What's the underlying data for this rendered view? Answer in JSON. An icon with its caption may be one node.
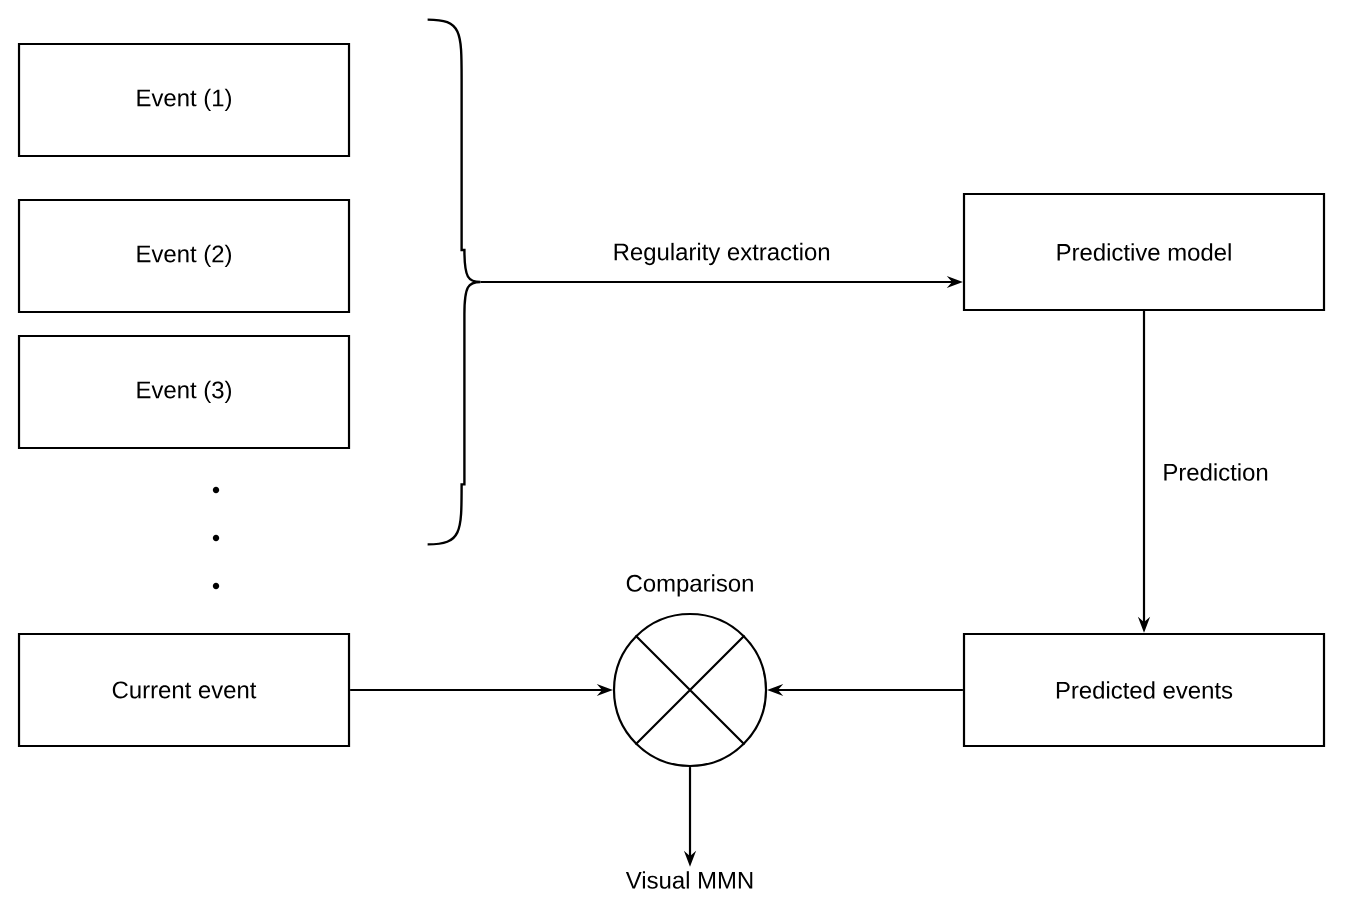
{
  "diagram": {
    "nodes": [
      {
        "text": [
          "Event (1)"
        ]
      },
      {
        "text": [
          "Event (2)"
        ]
      },
      {
        "text": [
          "Event (3)"
        ]
      },
      {
        "text": [
          "Predictive model"
        ]
      },
      {
        "text": [
          "Current event"
        ]
      },
      {
        "text": [],
        "shape": "circle",
        "beside": [
          "Comparison"
        ]
      },
      {
        "text": [
          "Visual MMN"
        ]
      },
      {
        "text": [
          "Predicted events"
        ]
      },
      {
        "text": [],
        "shape": "brace"
      }
    ],
    "edges": [
      {
        "from": 8,
        "to": 3,
        "arrow": "to",
        "label": "Regularity extraction"
      },
      {
        "from": 3,
        "to": 7,
        "arrow": "to",
        "label": "Prediction"
      },
      {
        "from": 4,
        "to": 5,
        "arrow": "to"
      },
      {
        "from": 7,
        "to": 5,
        "arrow": "to"
      },
      {
        "from": 5,
        "to": 6,
        "arrow": "to"
      }
    ]
  }
}
